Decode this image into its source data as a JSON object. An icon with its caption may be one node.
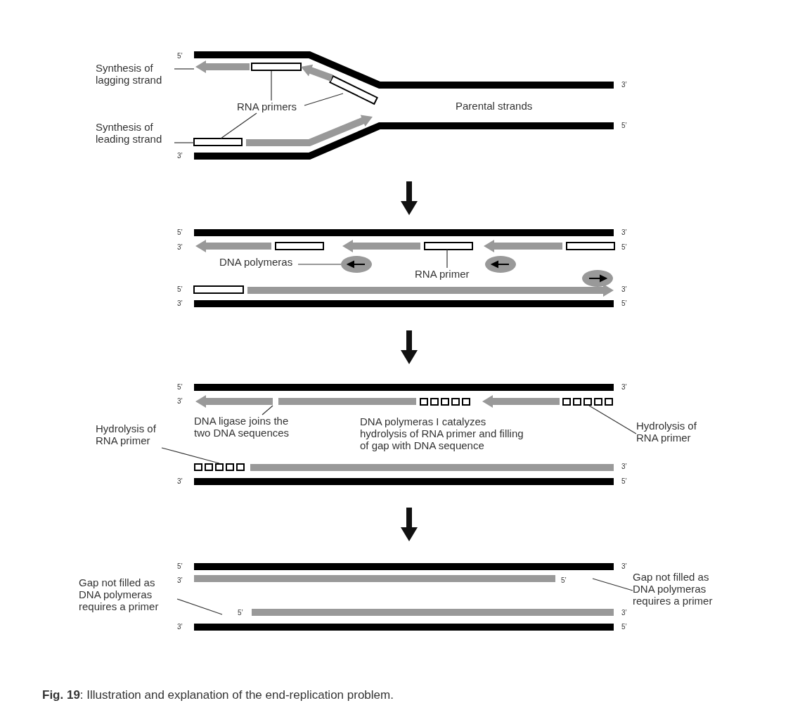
{
  "diagram": {
    "caption": "**Fig. 19**: Illustration and explanation of the end-replication problem.",
    "nodes": [
      {
        "text": [
          "Synthesis of lagging strand"
        ]
      },
      {
        "text": [],
        "shape": "arrow"
      },
      {
        "text": [],
        "shape": "box"
      },
      {
        "text": [],
        "shape": "box"
      },
      {
        "text": [
          "RNA primers"
        ]
      },
      {
        "text": [
          "Synthesis of leading strand"
        ]
      },
      {
        "text": [],
        "shape": "box"
      },
      {
        "text": [
          "DNA polymeras"
        ]
      },
      {
        "text": [],
        "shape": "circle"
      },
      {
        "text": [
          "RNA primer"
        ]
      },
      {
        "text": [],
        "shape": "box"
      },
      {
        "text": [
          "DNA ligase joins the two DNA sequences"
        ]
      },
      {
        "text": [
          "Hydrolysis of RNA primer"
        ]
      },
      {
        "text": [],
        "shape": "box"
      },
      {
        "text": [
          "Hydrolysis of RNA primer"
        ]
      },
      {
        "text": [],
        "shape": "box"
      },
      {
        "text": [
          "Gap not filled as DNA polymeras requires a primer"
        ]
      },
      {
        "text": [
          "Gap not filled as DNA polymeras requires a primer"
        ]
      },
      {
        "text": [],
        "shape": "circle"
      },
      {
        "text": [],
        "shape": "circle"
      }
    ],
    "edges": [
      {
        "from": 0,
        "to": 1,
        "arrow": "none"
      },
      {
        "from": 4,
        "to": 2,
        "arrow": "none"
      },
      {
        "from": 4,
        "to": 3,
        "arrow": "none"
      },
      {
        "from": 4,
        "to": 6,
        "arrow": "none"
      },
      {
        "from": 5,
        "to": 6,
        "arrow": "none"
      },
      {
        "from": 7,
        "to": 8,
        "arrow": "none"
      },
      {
        "from": 9,
        "to": 10,
        "arrow": "none"
      },
      {
        "from": 11,
        "to": null,
        "arrow": "none"
      },
      {
        "from": 12,
        "to": 13,
        "arrow": "none"
      },
      {
        "from": 14,
        "to": 15,
        "arrow": "none"
      },
      {
        "from": 16,
        "to": null,
        "arrow": "none"
      },
      {
        "from": 17,
        "to": null,
        "arrow": "none"
      },
      {
        "from": 3,
        "to": 2,
        "arrow": "to",
        "style": "thick",
        "color": "#999999"
      }
    ],
    "labels": [
      "5’",
      "3’",
      "Parental strands",
      "5’",
      "3’",
      "5’",
      "3’",
      "3’",
      "5’",
      "5’",
      "3’",
      "3’",
      "5’",
      "5’",
      "3’",
      "3’",
      "DNA polymeras I catalyzes hydrolysis of RNA primer and filling of gap with DNA sequence",
      "3’",
      "3’",
      "5’",
      "5’",
      "3’",
      "3’",
      "5’",
      "5’",
      "3’",
      "3’",
      "5’"
    ]
  }
}
